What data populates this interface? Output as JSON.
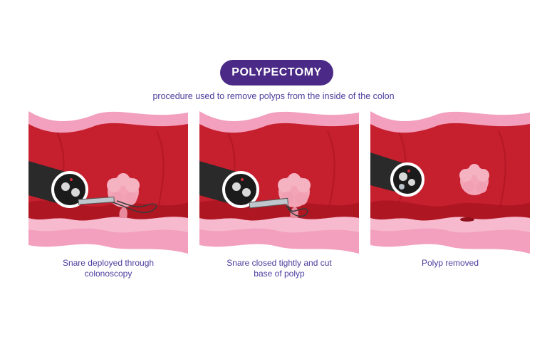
{
  "header": {
    "title": "POLYPECTOMY",
    "subtitle": "procedure used to remove polyps from the inside of the colon"
  },
  "colors": {
    "title_bg": "#4b2a87",
    "text": "#4b3e9e",
    "wall_outer": "#f2a0bd",
    "wall_inner": "#e985a8",
    "lumen": "#c61f2e",
    "polyp": "#f3a5b6",
    "scope": "#2a2a2a"
  },
  "panels": [
    {
      "caption_line1": "Snare deployed through",
      "caption_line2": "colonoscopy"
    },
    {
      "caption_line1": "Snare closed tightly and cut",
      "caption_line2": "base of polyp"
    },
    {
      "caption_line1": "Polyp removed",
      "caption_line2": ""
    }
  ]
}
